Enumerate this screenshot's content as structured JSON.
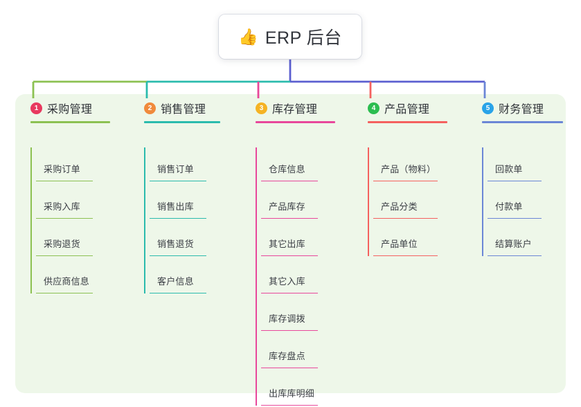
{
  "page": {
    "background": "#ffffff",
    "panel_color": "#eef7e9"
  },
  "root": {
    "icon": "thumbs-up-icon",
    "emoji": "👍",
    "title": "ERP 后台",
    "stem_color": "#5b5fd0"
  },
  "bus": {
    "segments": [
      {
        "name": "bus-segment-left",
        "color": "#8cc152"
      },
      {
        "name": "bus-segment-mid",
        "color": "#14b3a6"
      },
      {
        "name": "bus-segment-right",
        "color": "#5b5fd0"
      }
    ]
  },
  "columns": [
    {
      "index": "1",
      "title": "采购管理",
      "badge_color": "#e8395f",
      "line_color": "#8cc152",
      "drop_color": "#8cc152",
      "items": [
        "采购订单",
        "采购入库",
        "采购退货",
        "供应商信息"
      ]
    },
    {
      "index": "2",
      "title": "销售管理",
      "badge_color": "#f08a3c",
      "line_color": "#2bbbad",
      "drop_color": "#2bbbad",
      "items": [
        "销售订单",
        "销售出库",
        "销售退货",
        "客户信息"
      ]
    },
    {
      "index": "3",
      "title": "库存管理",
      "badge_color": "#f5b324",
      "line_color": "#e8479b",
      "drop_color": "#e8479b",
      "items": [
        "仓库信息",
        "产品库存",
        "其它出库",
        "其它入库",
        "库存调拨",
        "库存盘点",
        "出库库明细"
      ]
    },
    {
      "index": "4",
      "title": "产品管理",
      "badge_color": "#2cbd50",
      "line_color": "#f4615f",
      "drop_color": "#f4615f",
      "items": [
        "产品（物料）",
        "产品分类",
        "产品单位"
      ]
    },
    {
      "index": "5",
      "title": "财务管理",
      "badge_color": "#29a3e8",
      "line_color": "#6b86d6",
      "drop_color": "#6b86d6",
      "items": [
        "回款单",
        "付款单",
        "结算账户"
      ]
    }
  ]
}
